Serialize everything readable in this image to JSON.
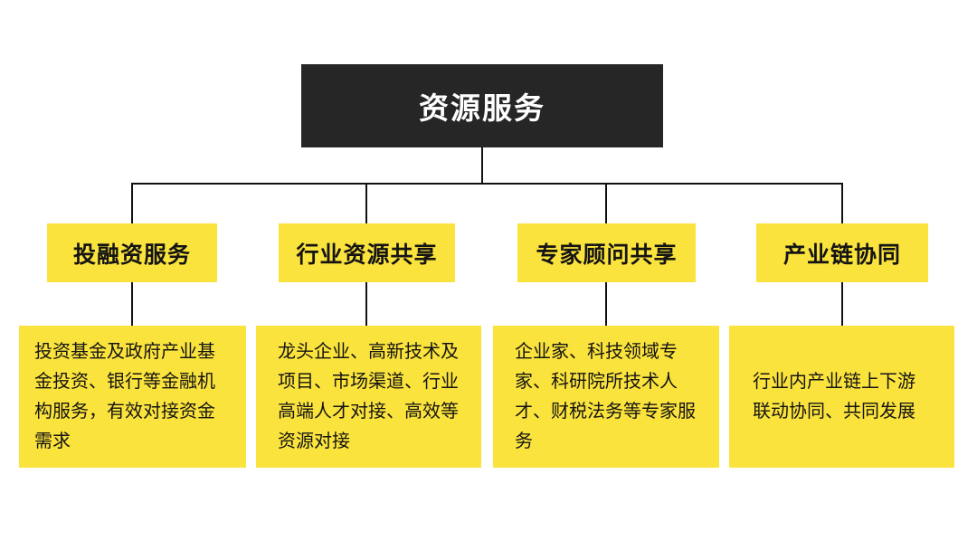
{
  "diagram": {
    "root": {
      "label": "资源服务"
    },
    "branches": [
      {
        "title": "投融资服务",
        "description": "投资基金及政府产业基金投资、银行等金融机构服务，有效对接资金需求"
      },
      {
        "title": "行业资源共享",
        "description": "龙头企业、高新技术及项目、市场渠道、行业高端人才对接、高效等资源对接"
      },
      {
        "title": "专家顾问共享",
        "description": "企业家、科技领域专家、科研院所技术人才、财税法务等专家服务"
      },
      {
        "title": "产业链协同",
        "description": "行业内产业链上下游联动协同、共同发展"
      }
    ]
  },
  "colors": {
    "background": "#ffffff",
    "root_bg": "#262626",
    "root_text": "#ffffff",
    "node_bg": "#FBE33D",
    "node_text": "#141414",
    "connector": "#111111"
  }
}
